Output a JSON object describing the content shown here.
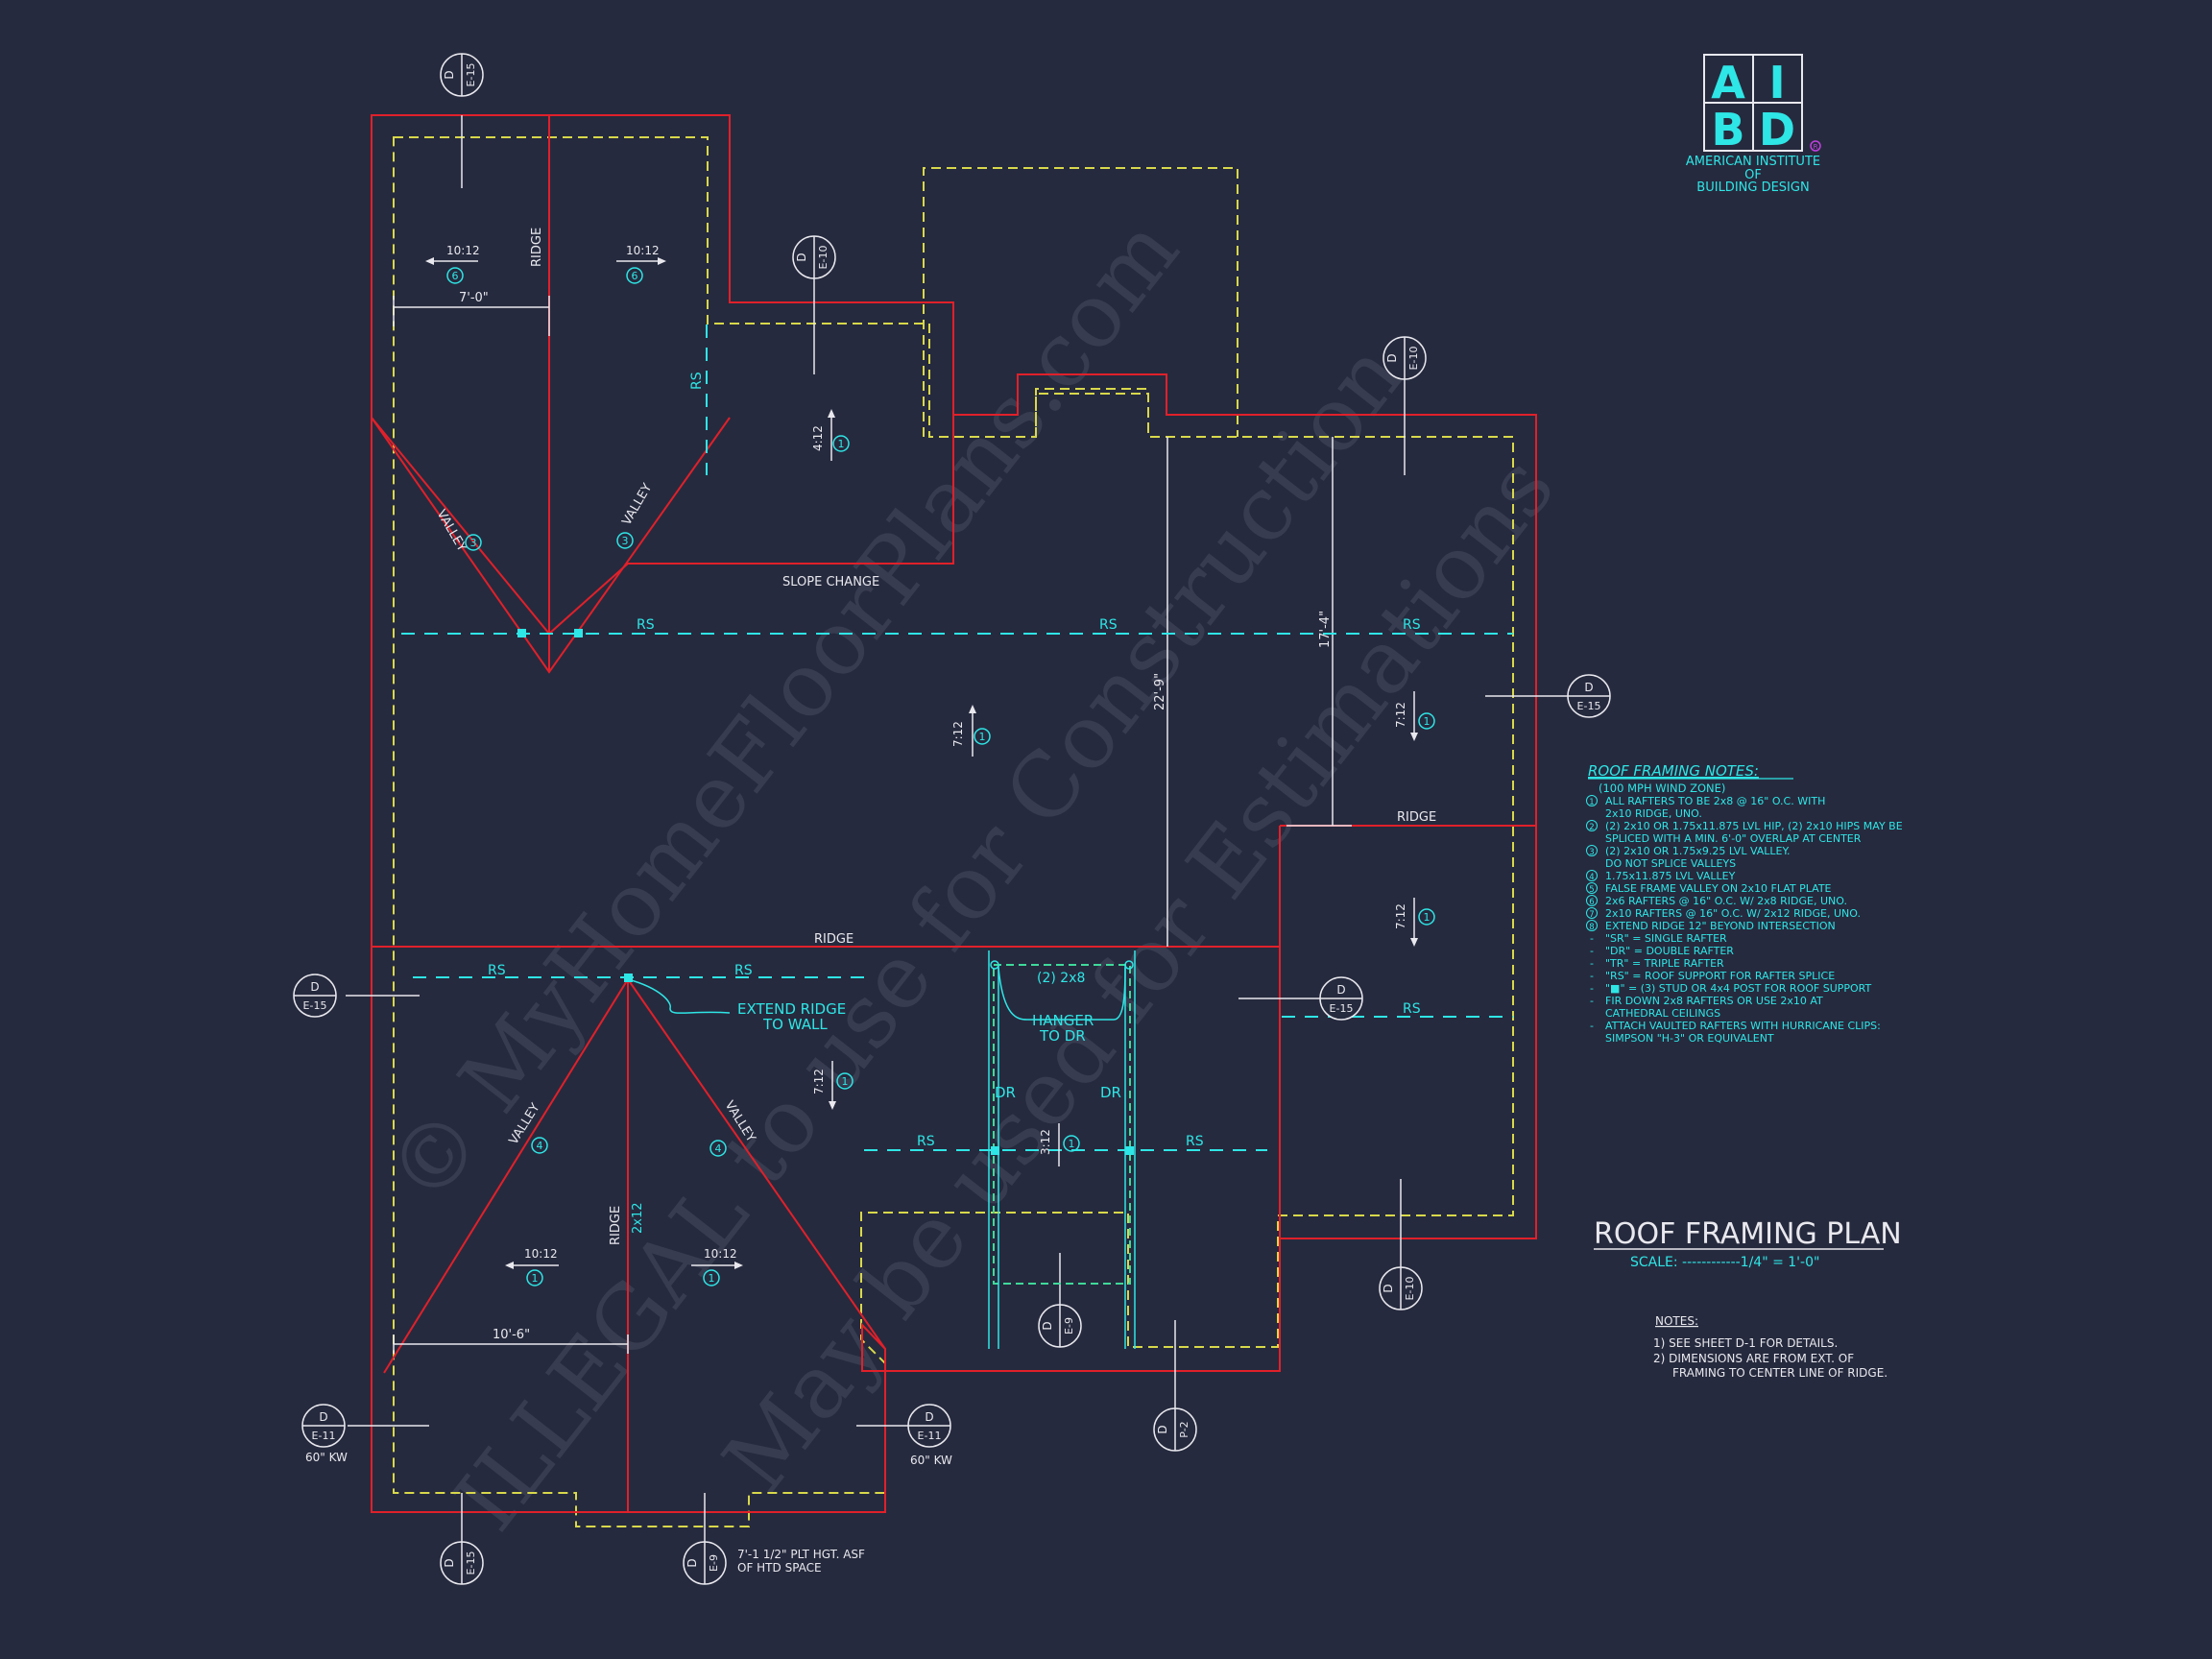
{
  "logo": {
    "letters": [
      "A",
      "I",
      "B",
      "D"
    ],
    "reg_mark": "R",
    "org_line1": "AMERICAN INSTITUTE",
    "org_line2": "OF",
    "org_line3": "BUILDING DESIGN"
  },
  "watermark": {
    "line1": "© MyHomeFloorPlans.com",
    "line2": "ILLEGAL to use for Construction",
    "line3": "May be used for Estimations"
  },
  "plan": {
    "title": "ROOF FRAMING PLAN",
    "scale": "SCALE: ------------1/4\" = 1'-0\"",
    "labels": {
      "ridge": "RIDGE",
      "valley": "VALLEY",
      "rs": "RS",
      "slope_change": "SLOPE CHANGE",
      "extend_ridge_1": "EXTEND RIDGE",
      "extend_ridge_2": "TO WALL",
      "two_by_eight": "(2) 2x8",
      "hanger_1": "HANGER",
      "hanger_2": "TO DR",
      "dr": "DR",
      "two_by_twelve": "2x12",
      "kw": "60\" KW",
      "plt_hgt_1": "7'-1 1/2\" PLT HGT. ASF",
      "plt_hgt_2": "OF HTD SPACE"
    },
    "pitches": {
      "p10": "10:12",
      "p4": "4:12",
      "p7": "7:12",
      "p3": "3:12"
    },
    "dims": {
      "d7": "7'-0\"",
      "d22": "22'-9\"",
      "d17": "17'-4\"",
      "d10": "10'-6\""
    },
    "note_nums": {
      "n1": "1",
      "n3": "3",
      "n4": "4",
      "n6": "6"
    },
    "callouts": {
      "d": "D",
      "e15": "E-15",
      "e10": "E-10",
      "e11": "E-11",
      "e9": "E-9",
      "p2": "P-2"
    }
  },
  "framing_notes": {
    "heading": "ROOF FRAMING NOTES:",
    "wind": "(100 MPH WIND ZONE)",
    "items": [
      {
        "marker": "1",
        "lines": [
          "ALL RAFTERS TO BE 2x8 @ 16\" O.C. WITH",
          "2x10 RIDGE, UNO."
        ]
      },
      {
        "marker": "2",
        "lines": [
          "(2) 2x10 OR 1.75x11.875 LVL HIP, (2) 2x10 HIPS MAY BE",
          "SPLICED WITH A MIN. 6'-0\" OVERLAP AT CENTER"
        ]
      },
      {
        "marker": "3",
        "lines": [
          "(2) 2x10 OR 1.75x9.25 LVL VALLEY.",
          "DO NOT SPLICE VALLEYS"
        ]
      },
      {
        "marker": "4",
        "lines": [
          "1.75x11.875 LVL VALLEY"
        ]
      },
      {
        "marker": "5",
        "lines": [
          "FALSE FRAME VALLEY ON 2x10 FLAT PLATE"
        ]
      },
      {
        "marker": "6",
        "lines": [
          "2x6 RAFTERS @ 16\" O.C. W/ 2x8 RIDGE, UNO."
        ]
      },
      {
        "marker": "7",
        "lines": [
          "2x10 RAFTERS @ 16\" O.C. W/ 2x12 RIDGE, UNO."
        ]
      },
      {
        "marker": "8",
        "lines": [
          "EXTEND RIDGE 12\" BEYOND INTERSECTION"
        ]
      },
      {
        "marker": "-",
        "lines": [
          "\"SR\" = SINGLE RAFTER"
        ]
      },
      {
        "marker": "-",
        "lines": [
          "\"DR\" = DOUBLE RAFTER"
        ]
      },
      {
        "marker": "-",
        "lines": [
          "\"TR\" = TRIPLE RAFTER"
        ]
      },
      {
        "marker": "-",
        "lines": [
          "\"RS\" = ROOF SUPPORT FOR RAFTER SPLICE"
        ]
      },
      {
        "marker": "-",
        "lines": [
          "\"■\" = (3) STUD OR 4x4 POST FOR ROOF SUPPORT"
        ]
      },
      {
        "marker": "-",
        "lines": [
          "FIR DOWN 2x8 RAFTERS OR USE 2x10 AT",
          "CATHEDRAL CEILINGS"
        ]
      },
      {
        "marker": "-",
        "lines": [
          "ATTACH VAULTED RAFTERS WITH HURRICANE CLIPS:",
          "SIMPSON \"H-3\" OR EQUIVALENT"
        ]
      }
    ]
  },
  "general_notes": {
    "heading": "NOTES:",
    "items": [
      "1) SEE SHEET D-1 FOR DETAILS.",
      "2) DIMENSIONS ARE FROM EXT. OF",
      "FRAMING TO CENTER LINE OF RIDGE."
    ]
  },
  "colors": {
    "background": "#262a3e",
    "roof_outline": "#e0202a",
    "wall_dashed": "#d8d84a",
    "cyan": "#2ee6e6",
    "white": "#e8e8ee",
    "green": "#3fd99a"
  }
}
